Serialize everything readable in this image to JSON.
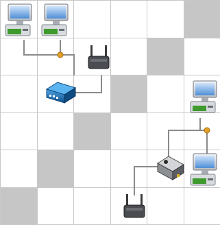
{
  "board": {
    "rows": 6,
    "cols": 6,
    "cells": [
      [
        "light",
        "light",
        "light",
        "light",
        "light",
        "dark"
      ],
      [
        "light",
        "light",
        "light",
        "light",
        "dark",
        "light"
      ],
      [
        "light",
        "light",
        "light",
        "dark",
        "light",
        "light"
      ],
      [
        "light",
        "light",
        "dark",
        "light",
        "light",
        "light"
      ],
      [
        "light",
        "dark",
        "light",
        "light",
        "light",
        "light"
      ],
      [
        "dark",
        "light",
        "light",
        "light",
        "light",
        "light"
      ]
    ]
  },
  "pieces": [
    {
      "type": "computer",
      "row": 0,
      "col": 0,
      "icon": "computer-icon"
    },
    {
      "type": "computer",
      "row": 0,
      "col": 1,
      "icon": "computer-icon"
    },
    {
      "type": "wifi-router",
      "row": 1,
      "col": 2,
      "icon": "wifi-router-icon"
    },
    {
      "type": "hub",
      "row": 2,
      "col": 1,
      "icon": "network-hub-icon"
    },
    {
      "type": "computer",
      "row": 2,
      "col": 5,
      "icon": "computer-icon"
    },
    {
      "type": "modem",
      "row": 4,
      "col": 4,
      "icon": "modem-icon"
    },
    {
      "type": "computer",
      "row": 4,
      "col": 5,
      "icon": "computer-icon"
    },
    {
      "type": "wifi-router",
      "row": 5,
      "col": 3,
      "icon": "wifi-router-icon"
    }
  ],
  "connectors": [
    {
      "row": 1,
      "col": 1,
      "icon": "junction-dot-icon"
    },
    {
      "row": 3,
      "col": 5,
      "icon": "junction-dot-icon"
    }
  ],
  "colors": {
    "grid_line": "#c8c8c8",
    "dark_cell": "#c6c6c6",
    "cable": "#8a8a8a",
    "junction": "#e3a126",
    "hub_blue": "#1d6fb0",
    "screen_blue": "#4e8fd6"
  }
}
